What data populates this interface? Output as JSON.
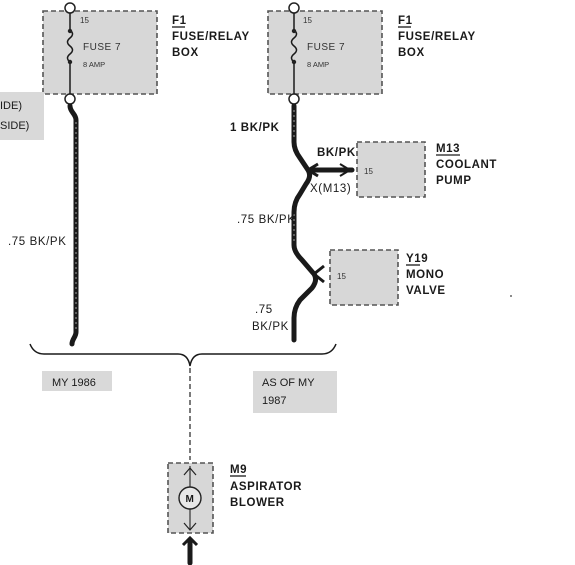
{
  "fuse_left": {
    "terminal": "15",
    "fuse_label": "FUSE 7",
    "amp_label": "8 AMP",
    "ref": "F1",
    "name_line1": "FUSE/RELAY",
    "name_line2": "BOX"
  },
  "fuse_right": {
    "terminal": "15",
    "fuse_label": "FUSE 7",
    "amp_label": "8 AMP",
    "ref": "F1",
    "name_line1": "FUSE/RELAY",
    "name_line2": "BOX"
  },
  "left_partial_note": {
    "line1": "IDE)",
    "line2": "SIDE)"
  },
  "wires": {
    "left_wire": ".75 BK/PK",
    "right_top_wire": "1 BK/PK",
    "m13_wire": "BK/PK",
    "m13_connector": "X(M13)",
    "right_mid_wire": ".75 BK/PK",
    "right_bottom_line1": ".75",
    "right_bottom_line2": "BK/PK"
  },
  "coolant_pump": {
    "terminal": "15",
    "ref": "M13",
    "name_line1": "COOLANT",
    "name_line2": "PUMP"
  },
  "mono_valve": {
    "terminal": "15",
    "ref": "Y19",
    "name_line1": "MONO",
    "name_line2": "VALVE"
  },
  "variants": {
    "left": "MY 1986",
    "right_line1": "AS OF MY",
    "right_line2": "1987"
  },
  "aspirator_blower": {
    "motor_symbol": "M",
    "ref": "M9",
    "name_line1": "ASPIRATOR",
    "name_line2": "BLOWER"
  }
}
